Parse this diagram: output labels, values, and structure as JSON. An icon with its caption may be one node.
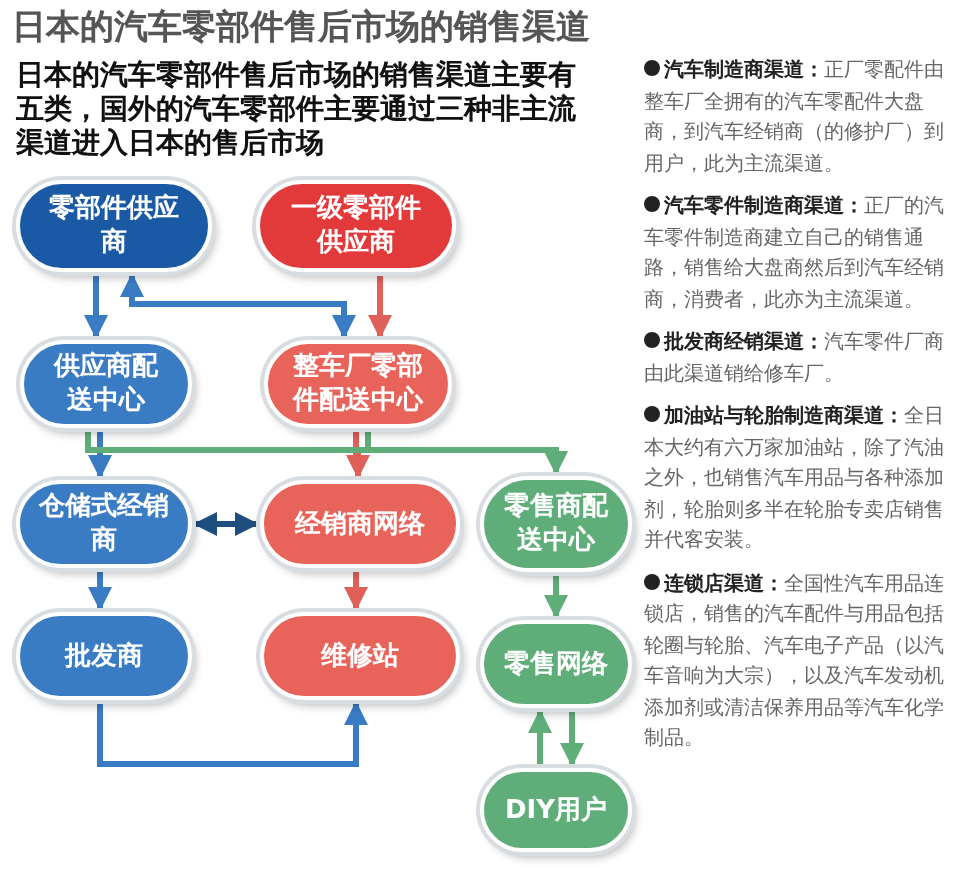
{
  "diagram": {
    "title": "日本的汽车零部件售后市场的销售渠道",
    "nodes": [
      {
        "text": [
          "零部件供应商"
        ]
      },
      {
        "text": [
          "一级零部件供应商"
        ]
      },
      {
        "text": [
          "供应商配送中心"
        ]
      },
      {
        "text": [
          "整车厂零部件配送中心"
        ]
      },
      {
        "text": [
          "仓储式经销商"
        ]
      },
      {
        "text": [
          "经销商网络"
        ]
      },
      {
        "text": [
          "零售商配送中心"
        ]
      },
      {
        "text": [
          "批发商"
        ]
      },
      {
        "text": [
          "维修站"
        ]
      },
      {
        "text": [
          "零售网络"
        ]
      },
      {
        "text": [
          "DIY用户"
        ]
      }
    ],
    "edges": [
      {
        "from": 0,
        "to": 2,
        "arrow": "to"
      },
      {
        "from": 0,
        "to": 3,
        "arrow": "both"
      },
      {
        "from": 1,
        "to": 3,
        "arrow": "to",
        "color": "#e0605a"
      },
      {
        "from": 2,
        "to": 4,
        "arrow": "to"
      },
      {
        "from": 3,
        "to": 5,
        "arrow": "to",
        "color": "#e0605a"
      },
      {
        "from": 2,
        "to": 6,
        "arrow": "to",
        "color": "#5fae7a"
      },
      {
        "from": 3,
        "to": 6,
        "arrow": "to",
        "color": "#5fae7a"
      },
      {
        "from": 4,
        "to": 5,
        "arrow": "both",
        "color": "#1d4e7e"
      },
      {
        "from": 4,
        "to": 7,
        "arrow": "to"
      },
      {
        "from": 5,
        "to": 8,
        "arrow": "to",
        "color": "#e0605a"
      },
      {
        "from": 6,
        "to": 9,
        "arrow": "to",
        "color": "#5fae7a"
      },
      {
        "from": 7,
        "to": 8,
        "arrow": "to"
      },
      {
        "from": 10,
        "to": 9,
        "arrow": "to",
        "color": "#5fae7a"
      },
      {
        "from": 9,
        "to": 10,
        "arrow": "to",
        "color": "#5fae7a"
      }
    ],
    "labels": [
      "日本的汽车零部件售后市场的销售渠道主要有五类，国外的汽车零部件主要通过三种非主流渠道进入日本的售后市场",
      "**汽车制造商渠道：**正厂零配件由整车厂全拥有的汽车零配件大盘商，到汽车经销商（的修护厂）到用户，此为主流渠道。",
      "**汽车零件制造商渠道：**正厂的汽车零件制造商建立自己的销售通路，销售给大盘商然后到汽车经销商，消费者，此亦为主流渠道。",
      "**批发商经销渠道：**汽车零件厂商由此渠道销给修车厂。",
      "**加油站与轮胎制造商渠道：**全日本大约有六万家加油站，除了汽油之外，也销售汽车用品与各种添加剂，轮胎则多半在轮胎专卖店销售并代客安装。",
      "**连锁店渠道：**全国性汽车用品连锁店，销售的汽车配件与用品包括轮圈与轮胎、汽车电子产品（以汽车音响为大宗），以及汽车发动机添加剂或清洁保养用品等汽车化学制品。"
    ]
  }
}
